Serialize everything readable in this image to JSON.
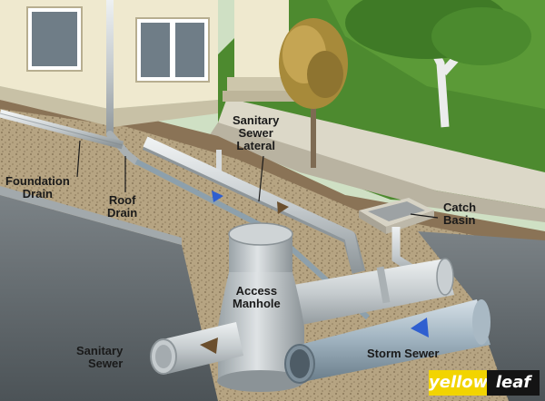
{
  "labels": {
    "foundation_drain": [
      "Foundation",
      "Drain"
    ],
    "roof_drain": [
      "Roof",
      "Drain"
    ],
    "sanitary_sewer_lateral": [
      "Sanitary",
      "Sewer",
      "Lateral"
    ],
    "catch_basin": [
      "Catch",
      "Basin"
    ],
    "access_manhole": [
      "Access",
      "Manhole"
    ],
    "sanitary_sewer": [
      "Sanitary",
      "Sewer"
    ],
    "storm_sewer": "Storm Sewer"
  },
  "logo": {
    "part1": "yellow",
    "part2": "leaf"
  },
  "colors": {
    "lawn": "#4d8a2f",
    "soil": "#8a7356",
    "gravel": "#b3a17f",
    "pipe": "#c9cfd2",
    "pipe_blue": "#93a6b3",
    "house_wall": "#efe9cf",
    "flow_arrow_blue": "#2f5fd0",
    "flow_arrow_brown": "#6b4f2e",
    "road": "#6d7478"
  }
}
